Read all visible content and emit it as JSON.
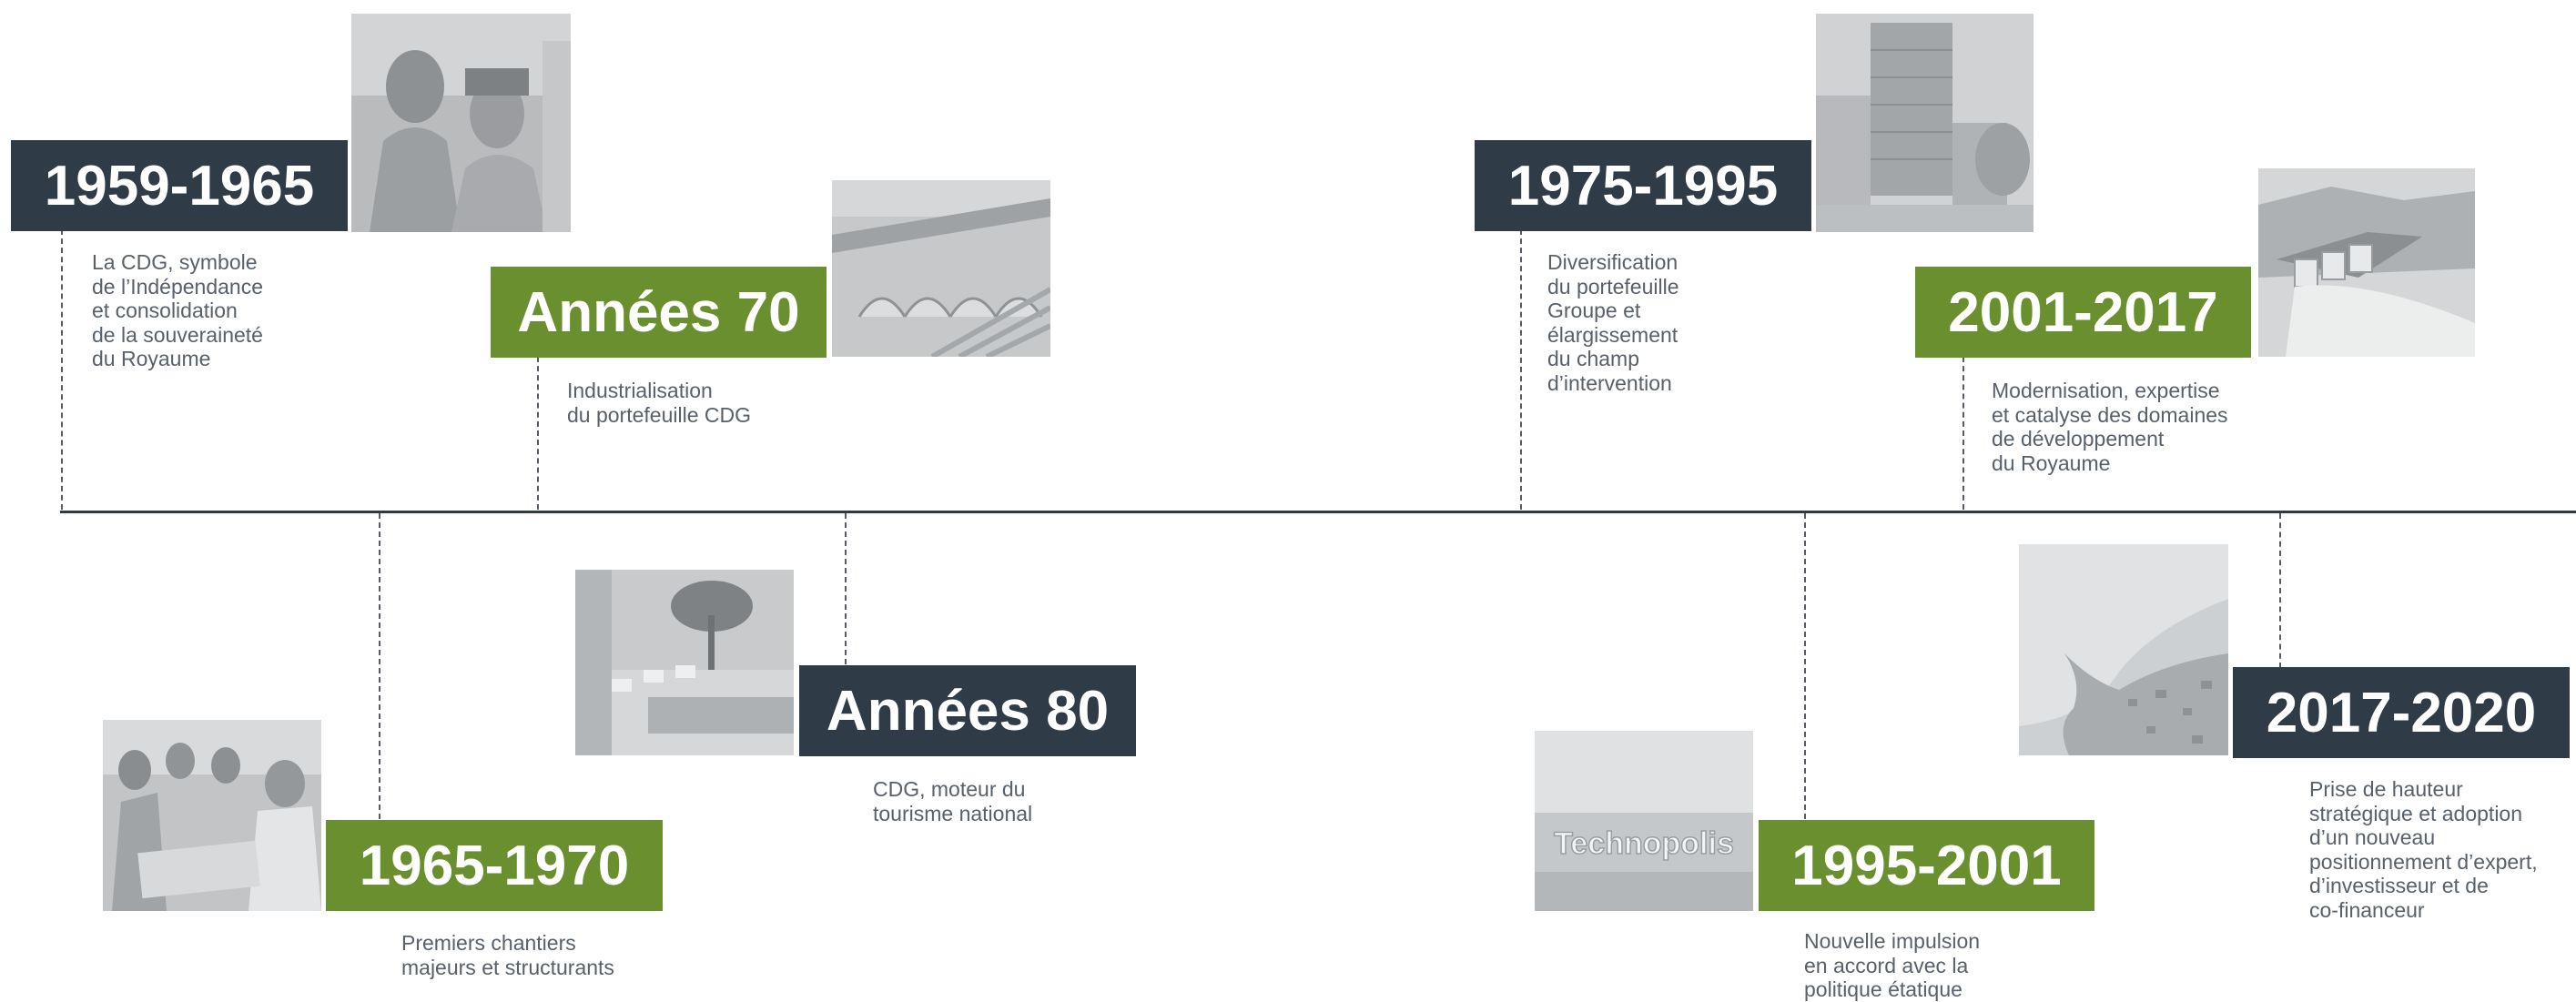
{
  "timeline": {
    "periods": [
      {
        "label": "1959-1965",
        "style": "dark",
        "description": "La CDG, symbole\nde l’Indépendance\net consolidation\nde la souveraineté\ndu Royaume",
        "photo": "two-men-archive-photo"
      },
      {
        "label": "Années 70",
        "style": "green",
        "description": "Industrialisation\ndu portefeuille CDG",
        "photo": "industrial-plant-photo"
      },
      {
        "label": "1975-1995",
        "style": "dark",
        "description": "Diversification\ndu portefeuille\nGroupe et\nélargissement\ndu champ\nd’intervention",
        "photo": "office-tower-photo"
      },
      {
        "label": "2001-2017",
        "style": "green",
        "description": "Modernisation, expertise\net catalyse des domaines\nde développement\ndu Royaume",
        "photo": "dam-photo"
      },
      {
        "label": "1965-1970",
        "style": "green",
        "description": "Premiers chantiers\nmajeurs et structurants",
        "photo": "meeting-archive-photo"
      },
      {
        "label": "Années 80",
        "style": "dark",
        "description": "CDG, moteur du\ntourisme national",
        "photo": "resort-pool-photo"
      },
      {
        "label": "1995-2001",
        "style": "green",
        "description": "Nouvelle impulsion\nen accord avec la\npolitique étatique",
        "photo": "technopolis-sign-photo"
      },
      {
        "label": "2017-2020",
        "style": "dark",
        "description": "Prise de hauteur\nstratégique et adoption\nd’un nouveau\npositionnement d’expert,\nd’investisseur et de\nco-financeur",
        "photo": "aerial-coast-photo"
      }
    ],
    "technopolis_sign": "Technopolis"
  },
  "colors": {
    "dark": "#2f3b47",
    "green": "#6a8f2e",
    "axis": "#2e3a48",
    "text": "#58606a"
  }
}
